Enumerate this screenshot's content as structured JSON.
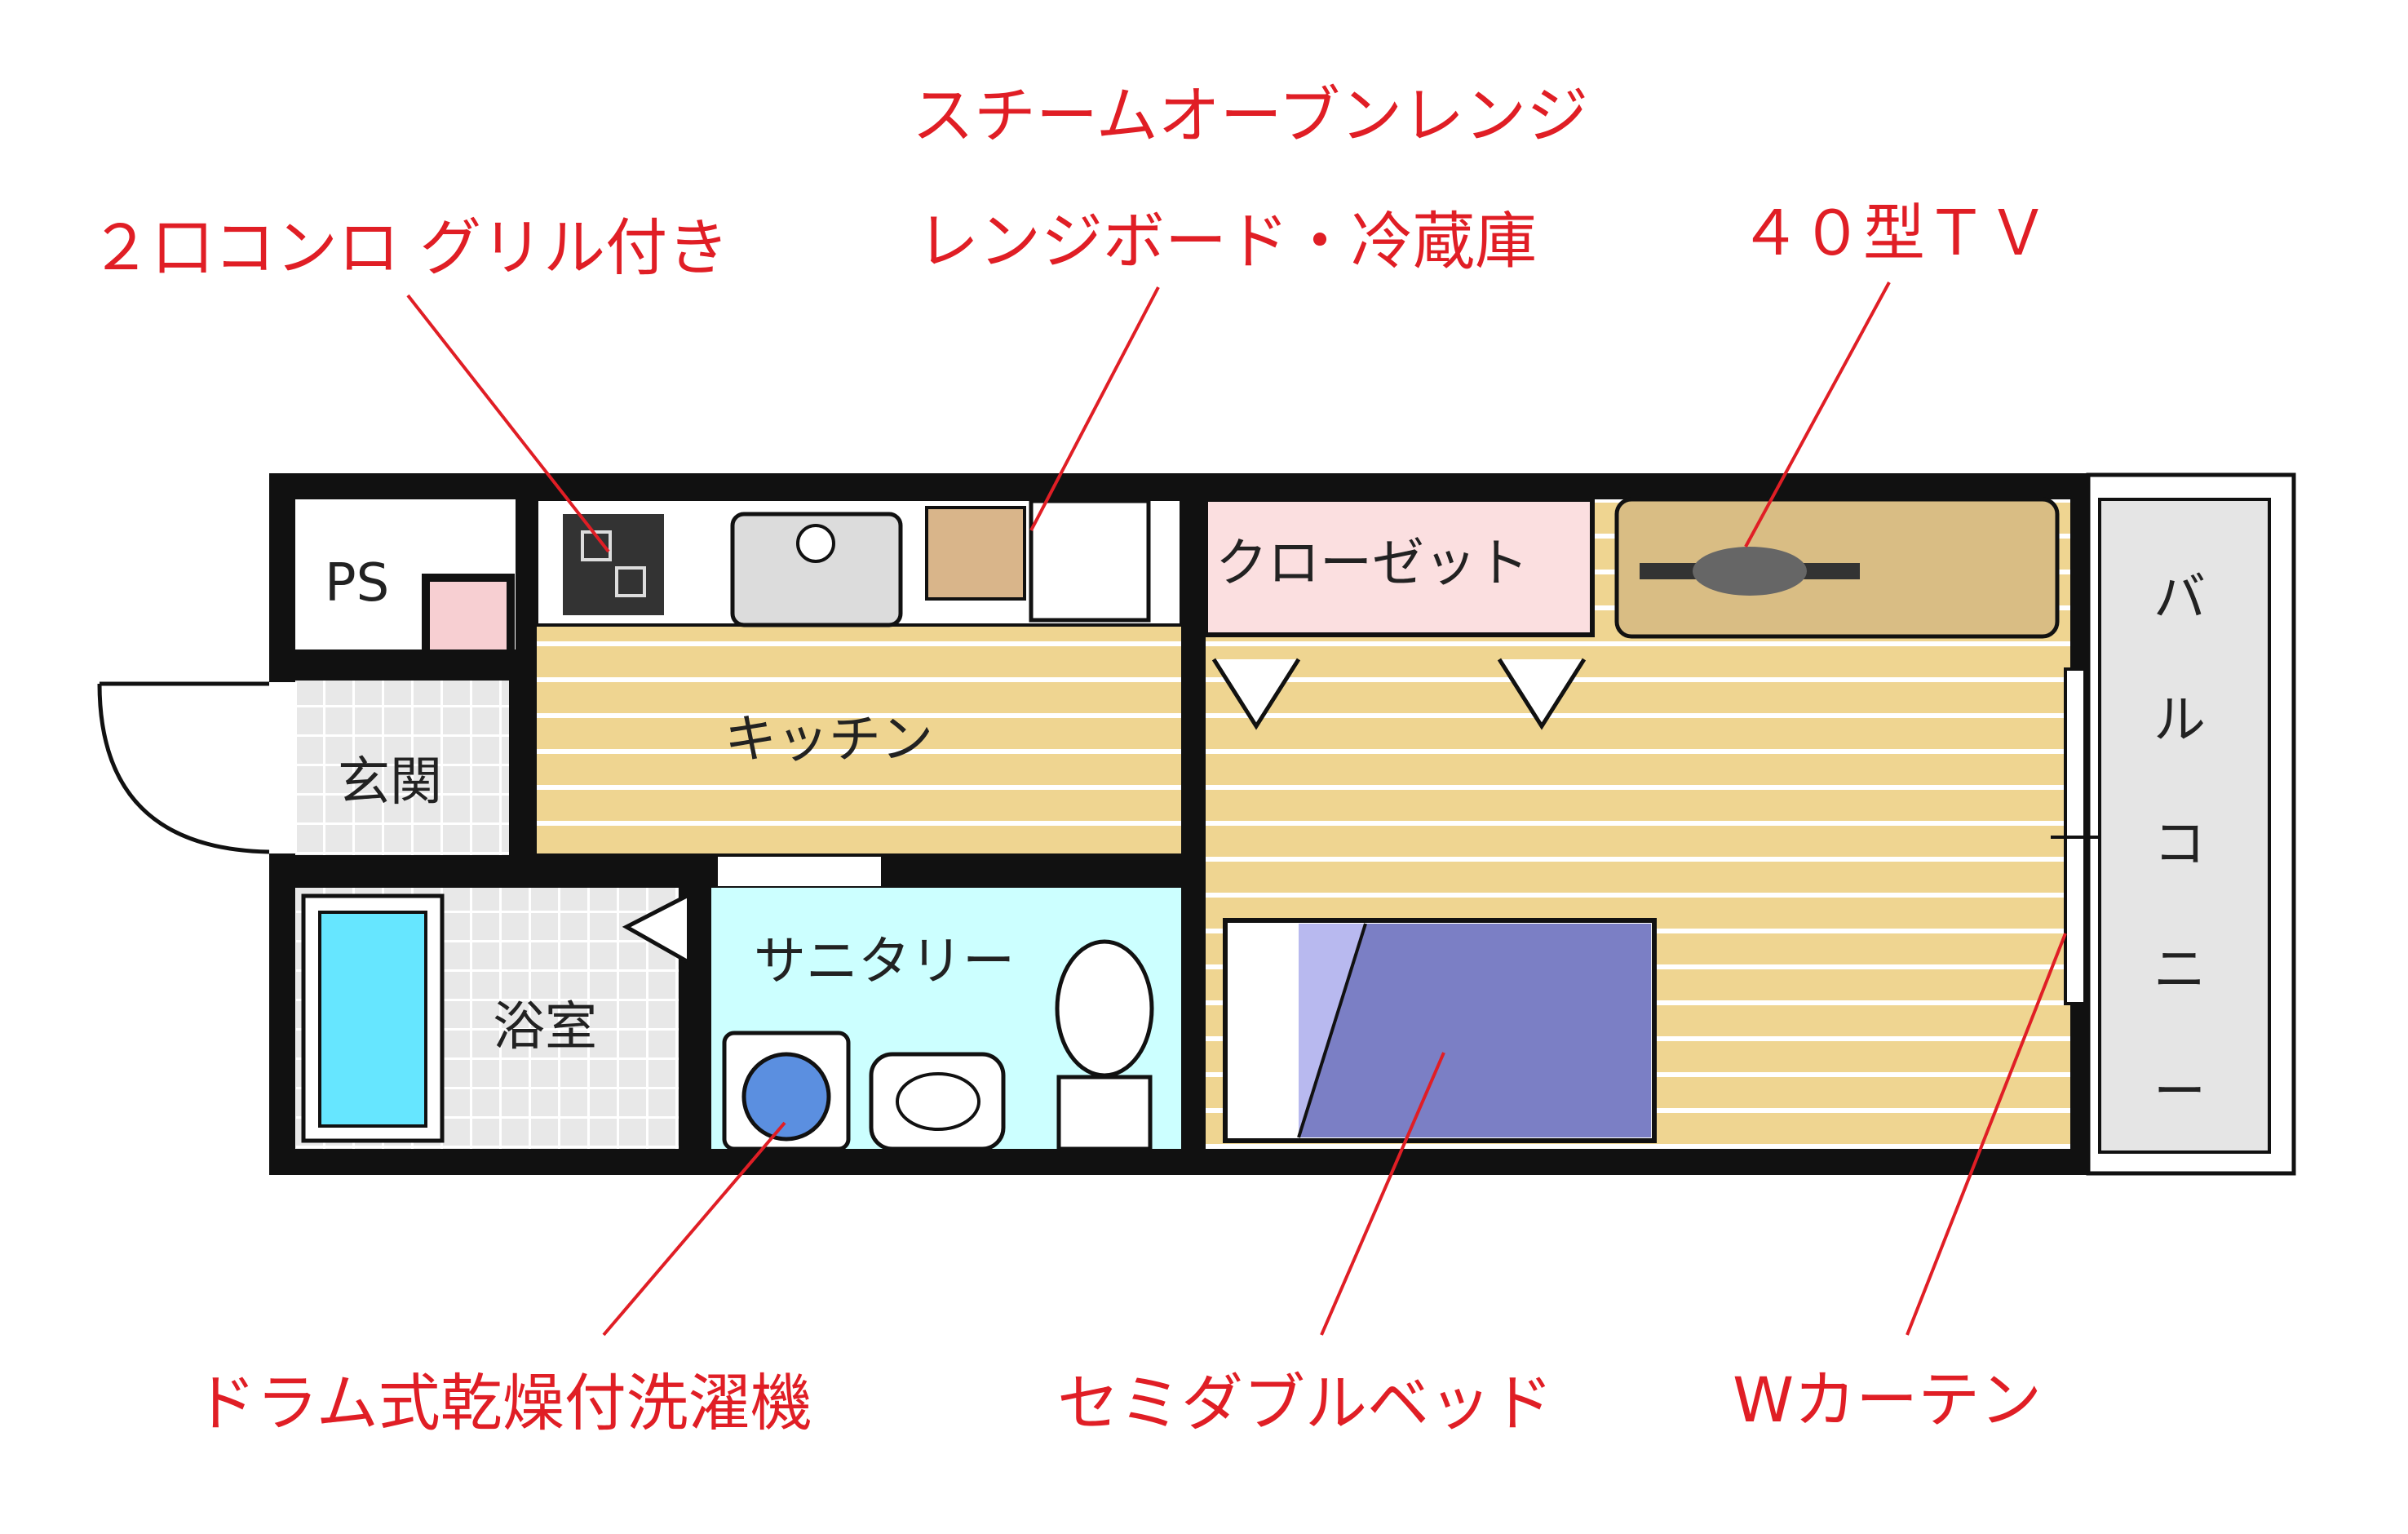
{
  "callouts": {
    "stove": "２口コンロ グリル付き",
    "oven": "スチームオーブンレンジ",
    "range_board": "レンジボード・冷蔵庫",
    "tv": "４０型ＴＶ",
    "washer": "ドラム式乾燥付洗濯機",
    "bed": "セミダブルベッド",
    "curtain": "Wカーテン"
  },
  "rooms": {
    "ps": "PS",
    "entrance": "玄関",
    "kitchen": "キッチン",
    "closet": "クローゼット",
    "sanitary": "サニタリー",
    "bath": "浴室",
    "balcony": [
      "バ",
      "ル",
      "コ",
      "ニ",
      "ー"
    ]
  },
  "colors": {
    "floor_wood": "#efd591",
    "floor_stripe": "#ffffff",
    "closet": "#fbdfe0",
    "tv_stand": "#d9bd84",
    "sanitary": "#ccffff",
    "bathtub": "#66e6ff",
    "bed_cover": "#7b7fc5",
    "pillow": "#b8b9ef",
    "balcony": "#e5e5e5",
    "washer_drum": "#5b8fe0",
    "callout_red": "#e01e25"
  }
}
